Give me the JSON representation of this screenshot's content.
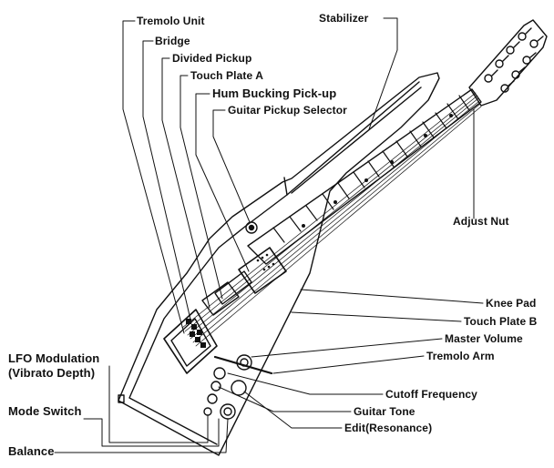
{
  "labels": {
    "tremolo_unit": "Tremolo Unit",
    "bridge": "Bridge",
    "divided_pickup": "Divided Pickup",
    "touch_plate_a": "Touch Plate A",
    "hum_bucking": "Hum Bucking Pick-up",
    "pickup_selector": "Guitar Pickup Selector",
    "stabilizer": "Stabilizer",
    "adjust_nut": "Adjust Nut",
    "knee_pad": "Knee Pad",
    "touch_plate_b": "Touch Plate B",
    "master_volume": "Master Volume",
    "tremolo_arm": "Tremolo Arm",
    "cutoff_frequency": "Cutoff Frequency",
    "guitar_tone": "Guitar Tone",
    "edit_resonance": "Edit(Resonance)",
    "lfo_modulation": "LFO Modulation",
    "vibrato_depth": "(Vibrato Depth)",
    "mode_switch": "Mode Switch",
    "balance": "Balance"
  },
  "colors": {
    "ink": "#111111",
    "paper": "#ffffff"
  }
}
